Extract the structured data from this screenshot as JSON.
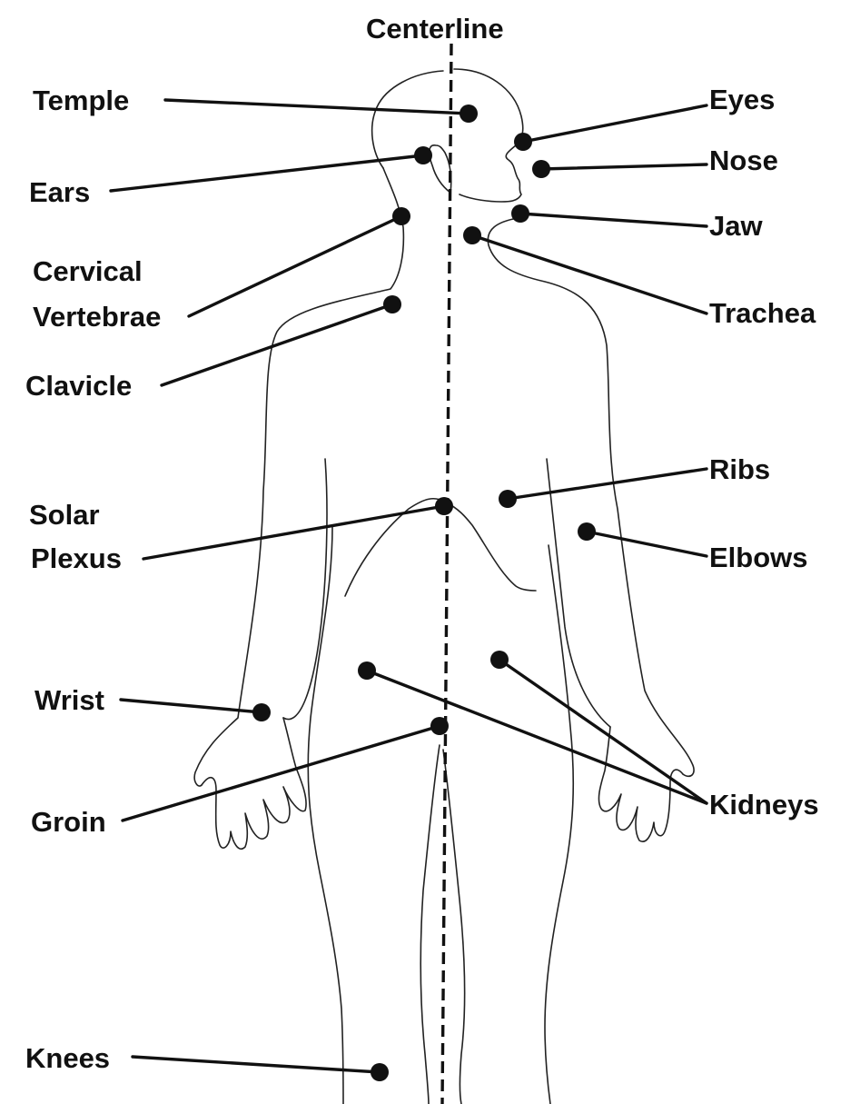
{
  "centerline_label": "Centerline",
  "labels": {
    "temple": "Temple",
    "ears": "Ears",
    "cervical_1": "Cervical",
    "cervical_2": "Vertebrae",
    "clavicle": "Clavicle",
    "solar_1": "Solar",
    "solar_2": "Plexus",
    "wrist": "Wrist",
    "groin": "Groin",
    "knees": "Knees",
    "eyes": "Eyes",
    "nose": "Nose",
    "jaw": "Jaw",
    "trachea": "Trachea",
    "ribs": "Ribs",
    "elbows": "Elbows",
    "kidneys": "Kidneys"
  }
}
